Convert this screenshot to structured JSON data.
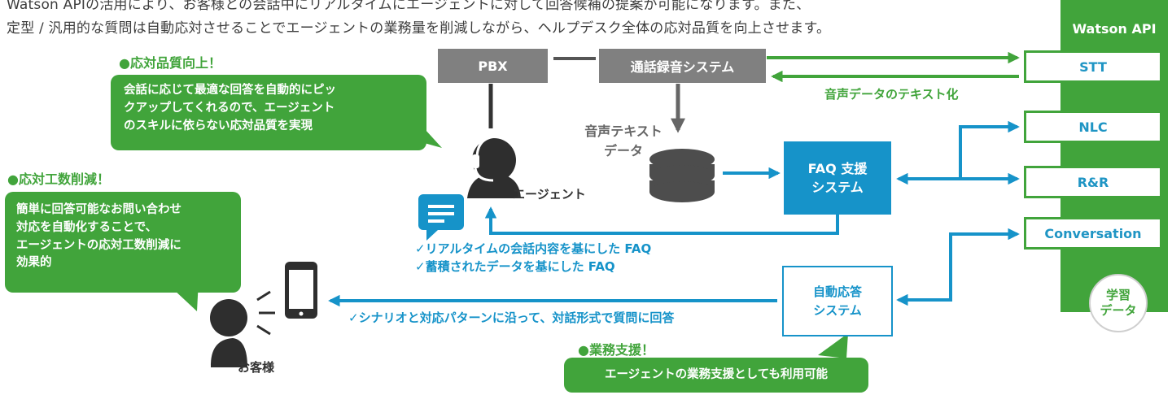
{
  "intro": {
    "line1": "Watson APIの活用により、お客様との会話中にリアルタイムにエージェントに対して回答候補の提案が可能になります。また、",
    "line2": "定型 / 汎用的な質問は自動応対させることでエージェントの業務量を削減しながら、ヘルプデスク全体の応対品質を向上させます。"
  },
  "watson": {
    "title": "Watson API",
    "apis": [
      "STT",
      "NLC",
      "R&R",
      "Conversation"
    ],
    "learning_data": [
      "学習",
      "データ"
    ]
  },
  "boxes": {
    "pbx": "PBX",
    "recording": "通話録音システム",
    "faq": [
      "FAQ 支援",
      "システム"
    ],
    "auto": [
      "自動応答",
      "システム"
    ]
  },
  "labels": {
    "speech_text": "音声データのテキスト化",
    "speech_text_data": [
      "音声テキスト",
      "データ"
    ],
    "agent": "エージェント",
    "customer": "お客様",
    "faq_points": [
      "✓リアルタイムの会話内容を基にした FAQ",
      "✓蓄積されたデータを基にした FAQ"
    ],
    "scenario": "✓シナリオと対応パターンに沿って、対話形式で質問に回答"
  },
  "callouts": {
    "quality": {
      "heading": "●応対品質向上！",
      "body": [
        "会話に応じて最適な回答を自動的にピッ",
        "クアップしてくれるので、エージェント",
        "のスキルに依らない応対品質を実現"
      ]
    },
    "workload": {
      "heading": "●応対工数削減！",
      "body": [
        "簡単に回答可能なお問い合わせ",
        "対応を自動化することで、",
        "エージェントの応対工数削減に",
        "効果的"
      ]
    },
    "support": {
      "heading": "●業務支援！",
      "body": "エージェントの業務支援としても利用可能"
    }
  },
  "colors": {
    "green": "#41a43b",
    "blue": "#1693c9",
    "gray": "#808080",
    "dark": "#333333"
  }
}
